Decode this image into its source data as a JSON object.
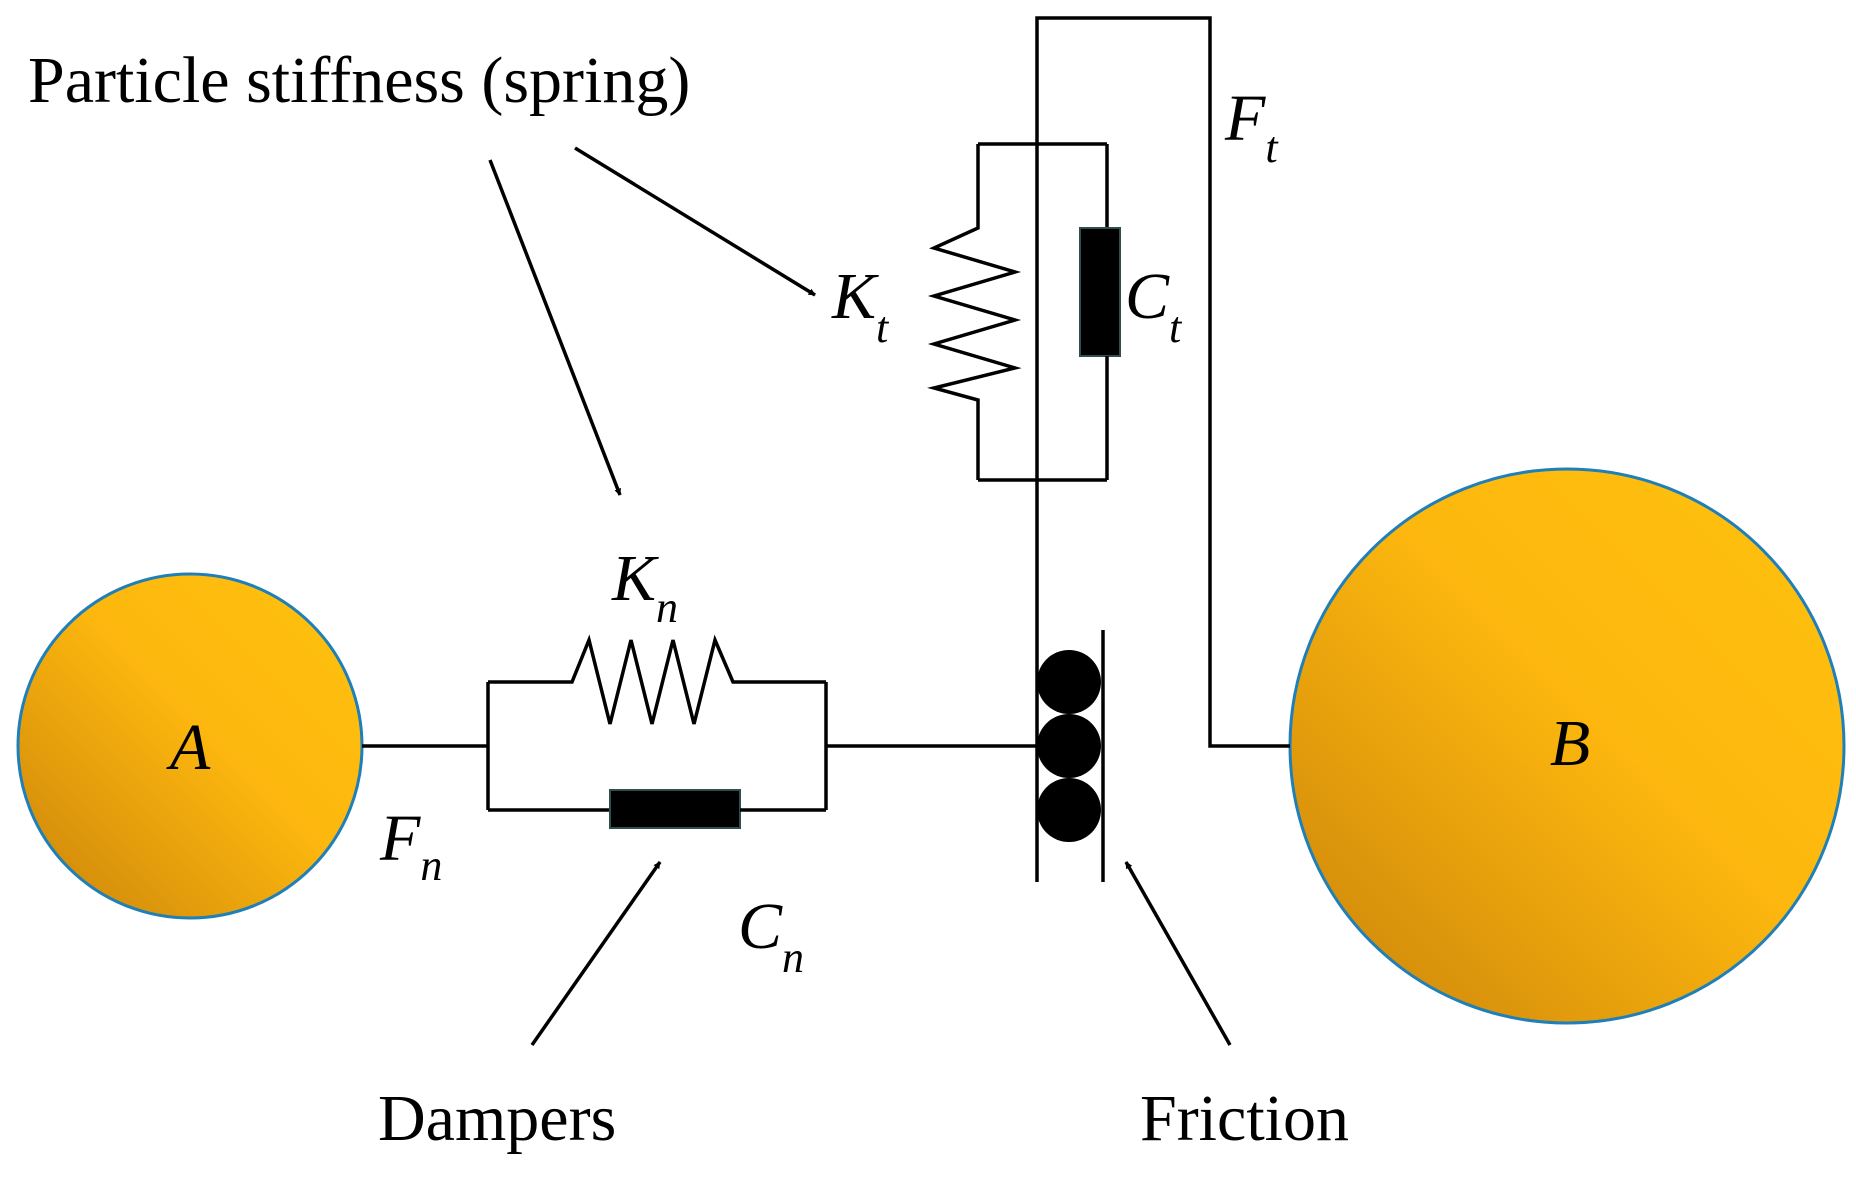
{
  "labels": {
    "particle_stiffness": "Particle stiffness (spring)",
    "dampers": "Dampers",
    "friction": "Friction",
    "particle_a": "A",
    "particle_b": "B",
    "fn": {
      "main": "F",
      "sub": "n"
    },
    "ft": {
      "main": "F",
      "sub": "t"
    },
    "kn": {
      "main": "K",
      "sub": "n"
    },
    "kt": {
      "main": "K",
      "sub": "t"
    },
    "cn": {
      "main": "C",
      "sub": "n"
    },
    "ct": {
      "main": "C",
      "sub": "t"
    }
  },
  "colors": {
    "particle_light": "#FFC20E",
    "particle_dark": "#C9820A",
    "particle_outline": "#1F7FB8",
    "ink": "#000000",
    "damper_outline": "#2F4F4F"
  }
}
